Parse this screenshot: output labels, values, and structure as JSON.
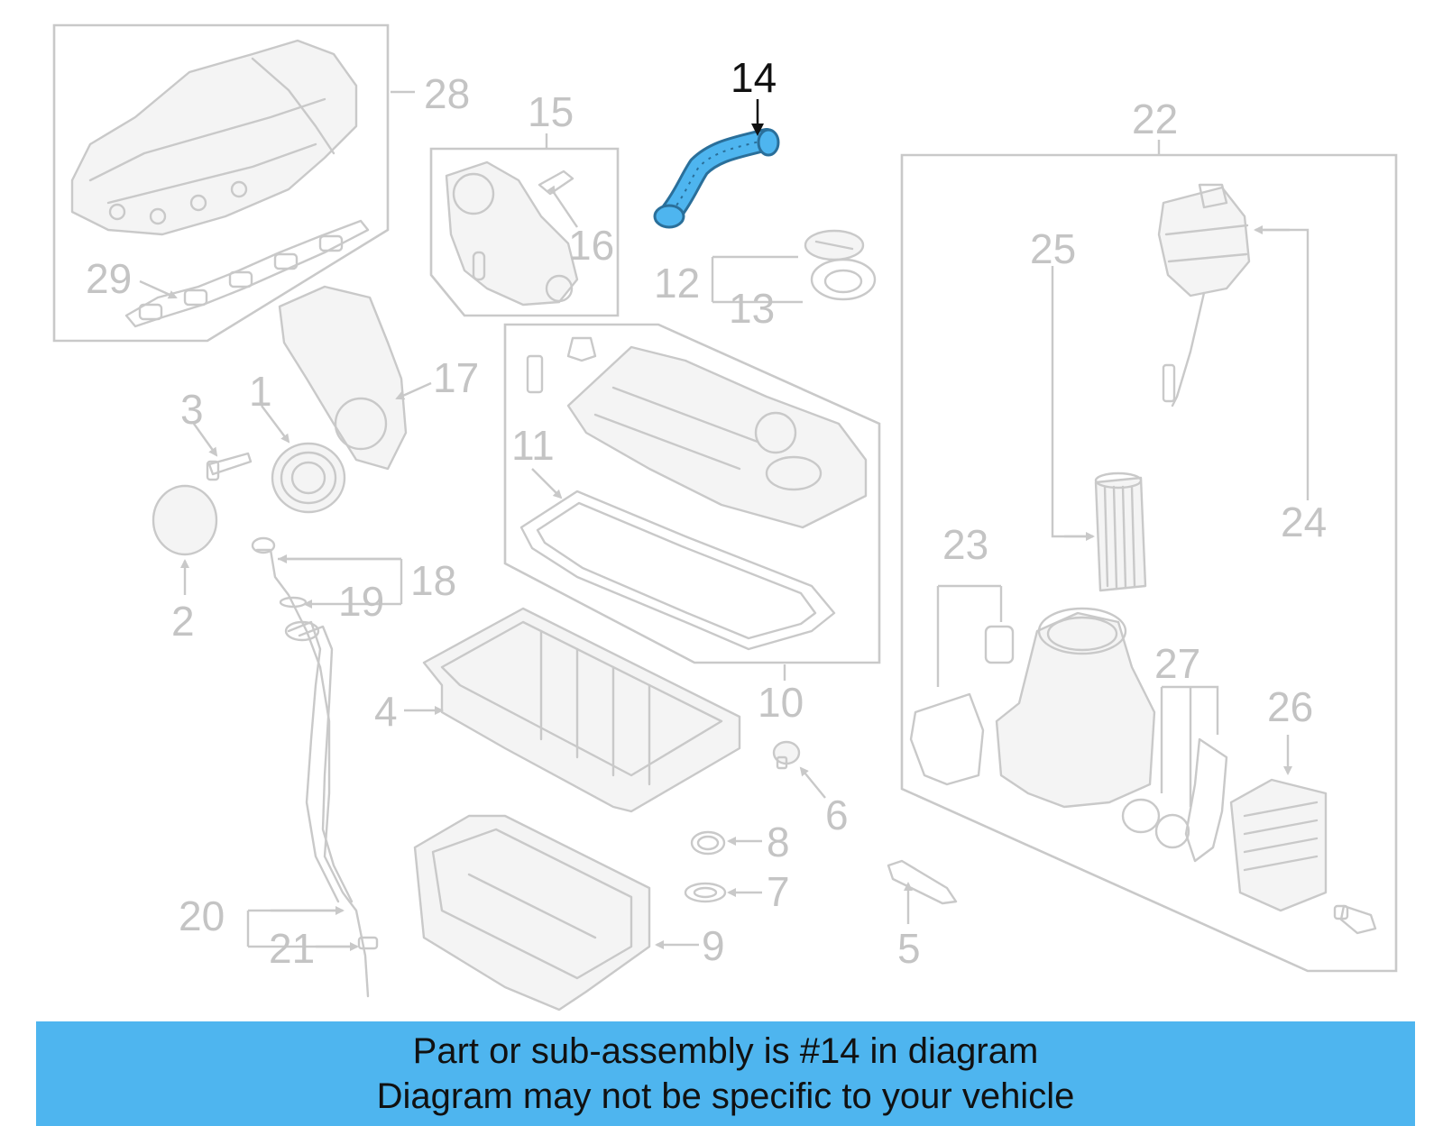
{
  "highlight_part": "14",
  "labels": [
    "1",
    "2",
    "3",
    "4",
    "5",
    "6",
    "7",
    "8",
    "9",
    "10",
    "11",
    "12",
    "13",
    "14",
    "15",
    "16",
    "17",
    "18",
    "19",
    "20",
    "21",
    "22",
    "23",
    "24",
    "25",
    "26",
    "27",
    "28",
    "29"
  ],
  "colors": {
    "highlight": "#4eb5ef",
    "highlight_part_stroke": "#2a6f9a",
    "label_dim": "#c4c4c4",
    "label_active": "#111111",
    "banner_bg": "#4eb5ef"
  },
  "banner": {
    "line1": "Part or sub-assembly is #14 in diagram",
    "line2": "Diagram may not be specific to your vehicle"
  }
}
